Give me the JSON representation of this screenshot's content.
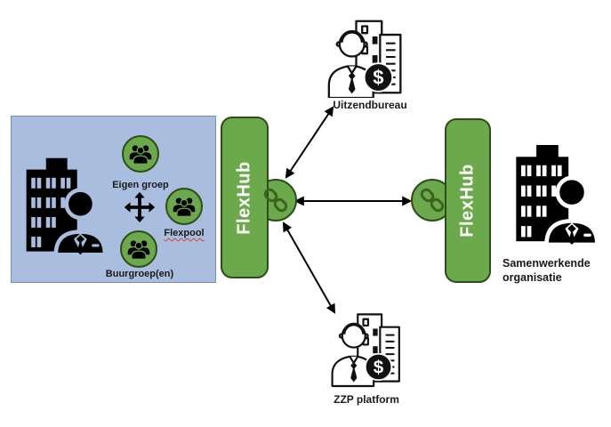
{
  "colors": {
    "green_fill": "#6ca84c",
    "green_border": "#2e4d18",
    "chain_icon": "#3d6320",
    "blue_box_fill": "#a9bdde",
    "blue_box_border": "#7b8cb3",
    "icon_ink": "#000000",
    "hub_text": "#ffffff",
    "label_text": "#1a1a1a",
    "arrow": "#000000",
    "spellcheck": "#e03c31"
  },
  "left_box": {
    "groups": [
      {
        "label": "Eigen groep",
        "spellcheck_underline": false
      },
      {
        "label": "Flexpool",
        "spellcheck_underline": true
      },
      {
        "label": "Buurgroep(en)",
        "spellcheck_underline": false
      }
    ]
  },
  "hubs": {
    "left": {
      "label": "FlexHub"
    },
    "right": {
      "label": "FlexHub"
    }
  },
  "nodes": {
    "uitzendbureau": {
      "label": "Uitzendbureau"
    },
    "zzp_platform": {
      "label": "ZZP platform"
    },
    "samenwerkende_organisatie": {
      "label": "Samenwerkende organisatie"
    }
  },
  "icons": {
    "dollar_glyph": "$"
  },
  "connections": [
    {
      "from": "FlexHub (left)",
      "to": "Uitzendbureau",
      "style": "double-arrow"
    },
    {
      "from": "FlexHub (left)",
      "to": "FlexHub (right)",
      "style": "double-arrow"
    },
    {
      "from": "FlexHub (left)",
      "to": "ZZP platform",
      "style": "double-arrow"
    }
  ]
}
